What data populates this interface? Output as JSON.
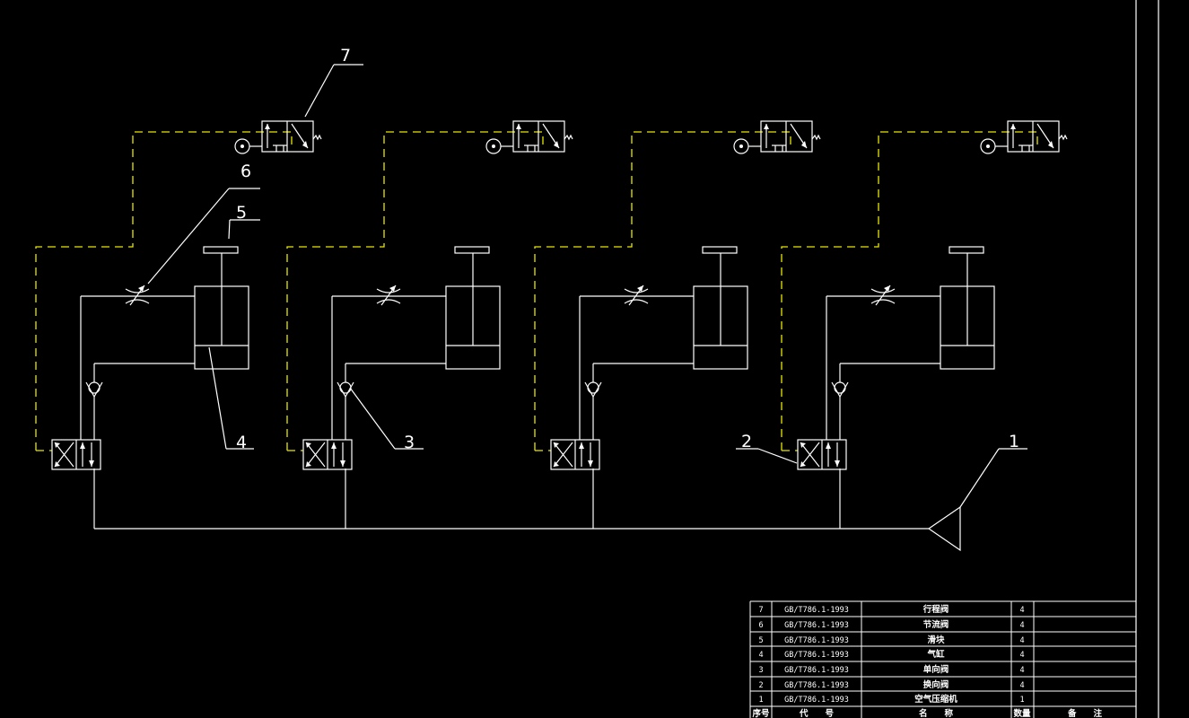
{
  "drawing": {
    "callouts": [
      "1",
      "2",
      "3",
      "4",
      "5",
      "6",
      "7"
    ]
  },
  "parts_table": {
    "rows": [
      {
        "no": "7",
        "code": "GB/T786.1-1993",
        "name": "行程阀",
        "qty": "4",
        "note": ""
      },
      {
        "no": "6",
        "code": "GB/T786.1-1993",
        "name": "节流阀",
        "qty": "4",
        "note": ""
      },
      {
        "no": "5",
        "code": "GB/T786.1-1993",
        "name": "滑块",
        "qty": "4",
        "note": ""
      },
      {
        "no": "4",
        "code": "GB/T786.1-1993",
        "name": "气缸",
        "qty": "4",
        "note": ""
      },
      {
        "no": "3",
        "code": "GB/T786.1-1993",
        "name": "单向阀",
        "qty": "4",
        "note": ""
      },
      {
        "no": "2",
        "code": "GB/T786.1-1993",
        "name": "换向阀",
        "qty": "4",
        "note": ""
      },
      {
        "no": "1",
        "code": "GB/T786.1-1993",
        "name": "空气压缩机",
        "qty": "1",
        "note": ""
      }
    ],
    "header": {
      "no": "序号",
      "code": "代　　号",
      "name": "名　　称",
      "qty": "数量",
      "note": "备　　注"
    }
  }
}
